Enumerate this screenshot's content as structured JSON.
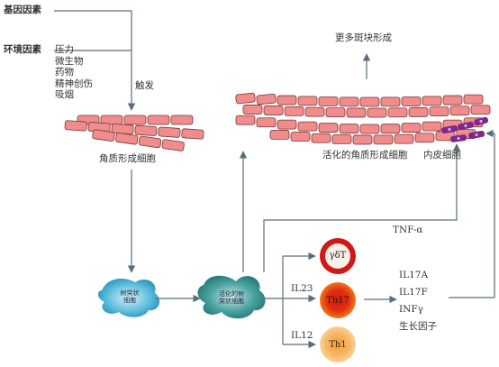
{
  "factors": {
    "genetic": "基因因素",
    "environmental": "环境因素",
    "env_items": [
      "压力",
      "微生物",
      "药物",
      "精神创伤",
      "吸烟"
    ],
    "trigger": "触发"
  },
  "cells": {
    "keratinocyte": "角质形成细胞",
    "activated_keratinocyte": "活化的角质形成细胞",
    "endothelial": "内皮细胞",
    "dendritic_1": "树突状",
    "dendritic_2": "细胞",
    "activated_dc_1": "活化的树",
    "activated_dc_2": "突状细胞",
    "gdT": "γδT",
    "th17": "Th17",
    "th1": "Th1"
  },
  "signals": {
    "more_plaques": "更多斑块形成",
    "tnf": "TNF-α",
    "il23": "IL23",
    "il12": "IL12",
    "outputs": [
      "IL17A",
      "IL17F",
      "INFγ",
      "生长因子"
    ]
  },
  "colors": {
    "skin_cell": "#f08c8c",
    "dc": "#3aa6c6",
    "activated_dc": "#2f8f8a",
    "gdT_ring": "#d01818",
    "th17": "#f07a1a",
    "th1": "#f5b870",
    "endothelial": "#7a2a8a",
    "arrow": "#5a6e7a"
  }
}
